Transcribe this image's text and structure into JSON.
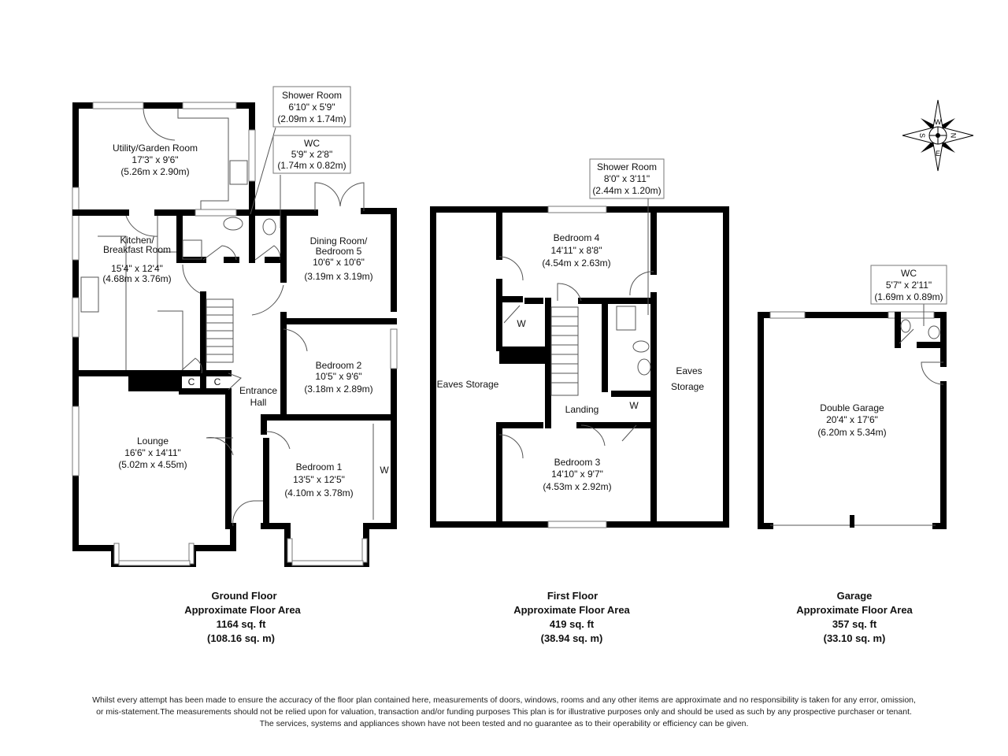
{
  "ground_floor": {
    "rooms": {
      "utility": {
        "name": "Utility/Garden Room",
        "imperial": "17'3\" x 9'6\"",
        "metric": "(5.26m x 2.90m)"
      },
      "kitchen": {
        "name1": "Kitchen/",
        "name2": "Breakfast Room",
        "imperial": "15'4\" x 12'4\"",
        "metric": "(4.68m x 3.76m)"
      },
      "dining": {
        "name1": "Dining Room/",
        "name2": "Bedroom 5",
        "imperial": "10'6\" x 10'6\"",
        "metric": "(3.19m x 3.19m)"
      },
      "bedroom2": {
        "name": "Bedroom 2",
        "imperial": "10'5\" x 9'6\"",
        "metric": "(3.18m x 2.89m)"
      },
      "lounge": {
        "name": "Lounge",
        "imperial": "16'6\" x 14'11\"",
        "metric": "(5.02m x 4.55m)"
      },
      "bedroom1": {
        "name": "Bedroom 1",
        "imperial": "13'5\" x 12'5\"",
        "metric": "(4.10m x 3.78m)",
        "wardrobe": "W"
      },
      "hall": {
        "name1": "Entrance",
        "name2": "Hall"
      },
      "cupboard1": "C",
      "cupboard2": "C"
    },
    "callouts": {
      "shower": {
        "name": "Shower Room",
        "imperial": "6'10\" x 5'9\"",
        "metric": "(2.09m x 1.74m)"
      },
      "wc": {
        "name": "WC",
        "imperial": "5'9\" x 2'8\"",
        "metric": "(1.74m x 0.82m)"
      }
    },
    "caption": {
      "title": "Ground Floor",
      "subtitle": "Approximate Floor Area",
      "sqft": "1164 sq. ft",
      "sqm": "(108.16 sq. m)"
    }
  },
  "first_floor": {
    "rooms": {
      "bedroom4": {
        "name": "Bedroom 4",
        "imperial": "14'11\" x 8'8\"",
        "metric": "(4.54m x 2.63m)"
      },
      "bedroom3": {
        "name": "Bedroom 3",
        "imperial": "14'10\" x 9'7\"",
        "metric": "(4.53m x 2.92m)"
      },
      "eaves_left": "Eaves Storage",
      "eaves_right1": "Eaves",
      "eaves_right2": "Storage",
      "landing": "Landing",
      "wardrobe1": "W",
      "wardrobe2": "W"
    },
    "callouts": {
      "shower": {
        "name": "Shower Room",
        "imperial": "8'0\" x 3'11\"",
        "metric": "(2.44m x 1.20m)"
      }
    },
    "caption": {
      "title": "First Floor",
      "subtitle": "Approximate Floor Area",
      "sqft": "419 sq. ft",
      "sqm": "(38.94 sq. m)"
    }
  },
  "garage": {
    "rooms": {
      "garage": {
        "name": "Double Garage",
        "imperial": "20'4\" x 17'6\"",
        "metric": "(6.20m x 5.34m)"
      }
    },
    "callouts": {
      "wc": {
        "name": "WC",
        "imperial": "5'7\" x 2'11\"",
        "metric": "(1.69m x 0.89m)"
      }
    },
    "caption": {
      "title": "Garage",
      "subtitle": "Approximate Floor Area",
      "sqft": "357 sq. ft",
      "sqm": "(33.10 sq. m)"
    }
  },
  "compass": {
    "n": "N",
    "s": "S",
    "e": "E",
    "w": "W"
  },
  "disclaimer": {
    "line1": "Whilst every attempt has been made to ensure the accuracy of the floor plan contained here, measurements of doors, windows, rooms and any other items are approximate and no responsibility is taken for any error, omission,",
    "line2": "or mis-statement.The measurements should not be relied upon for valuation, transaction and/or funding purposes This plan is for illustrative purposes only and should be used as such by any prospective purchaser or tenant.",
    "line3": "The services, systems and appliances shown have not been tested and no guarantee as to their operability or efficiency can be given."
  }
}
